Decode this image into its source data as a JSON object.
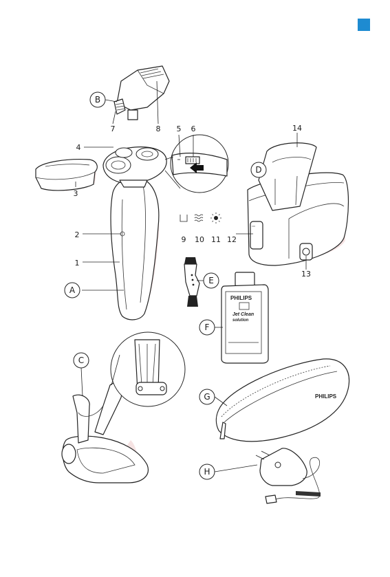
{
  "corner_marker_color": "#1e8bd1",
  "accent_color": "#f0c8c8",
  "part_letters": {
    "A": "A",
    "B": "B",
    "C": "C",
    "D": "D",
    "E": "E",
    "F": "F",
    "G": "G",
    "H": "H"
  },
  "part_numbers": {
    "n1": "1",
    "n2": "2",
    "n3": "3",
    "n4": "4",
    "n5": "5",
    "n6": "6",
    "n7": "7",
    "n8": "8",
    "n9": "9",
    "n10": "10",
    "n11": "11",
    "n12": "12",
    "n13": "13",
    "n14": "14"
  },
  "icons": [
    "cleaning-unit-icon",
    "water-waves-icon",
    "sun-dry-icon"
  ],
  "bottle": {
    "brand": "PHILIPS",
    "product_line1": "Jet Clean",
    "product_line2": "solution"
  },
  "pouch": {
    "brand": "PHILIPS"
  }
}
